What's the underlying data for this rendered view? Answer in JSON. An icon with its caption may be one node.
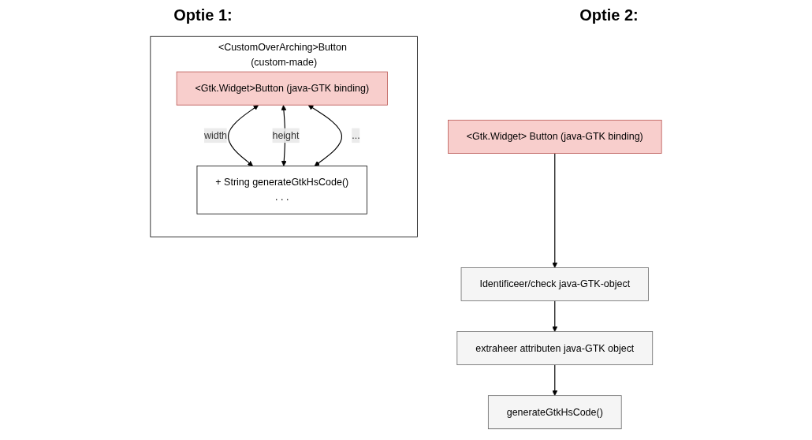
{
  "diagram": {
    "nodes": [
      {
        "text": [
          "<CustomOverArching>Button (custom-made)"
        ]
      },
      {
        "text": [
          "<Gtk.Widget>Button (java-GTK binding)"
        ],
        "in": 0
      },
      {
        "text": [
          "+ String generateGtkHsCode()",
          ". . ."
        ],
        "in": 0
      },
      {
        "text": [
          "<Gtk.Widget> Button (java-GTK binding)"
        ]
      },
      {
        "text": [
          "Identificeer/check java-GTK-object"
        ]
      },
      {
        "text": [
          "extraheer attributen java-GTK object"
        ]
      },
      {
        "text": [
          "generateGtkHsCode()"
        ]
      }
    ],
    "edges": [
      {
        "from": 1,
        "to": 2,
        "arrow": "both",
        "label": "width"
      },
      {
        "from": 1,
        "to": 2,
        "arrow": "both",
        "label": "height"
      },
      {
        "from": 1,
        "to": 2,
        "arrow": "both",
        "label": "..."
      },
      {
        "from": 3,
        "to": 4,
        "arrow": "to"
      },
      {
        "from": 4,
        "to": 5,
        "arrow": "to"
      },
      {
        "from": 5,
        "to": 6,
        "arrow": "to"
      }
    ],
    "labels": [
      "Optie 1:",
      "Optie 2:"
    ]
  }
}
